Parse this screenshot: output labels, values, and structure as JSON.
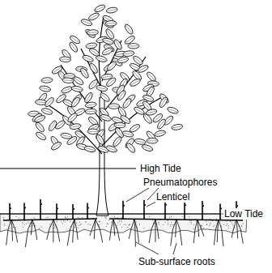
{
  "diagram": {
    "labels": [
      "High Tide",
      "Pneumatophores",
      "Lenticel",
      "Low Tide",
      "Sub-surface roots"
    ]
  }
}
